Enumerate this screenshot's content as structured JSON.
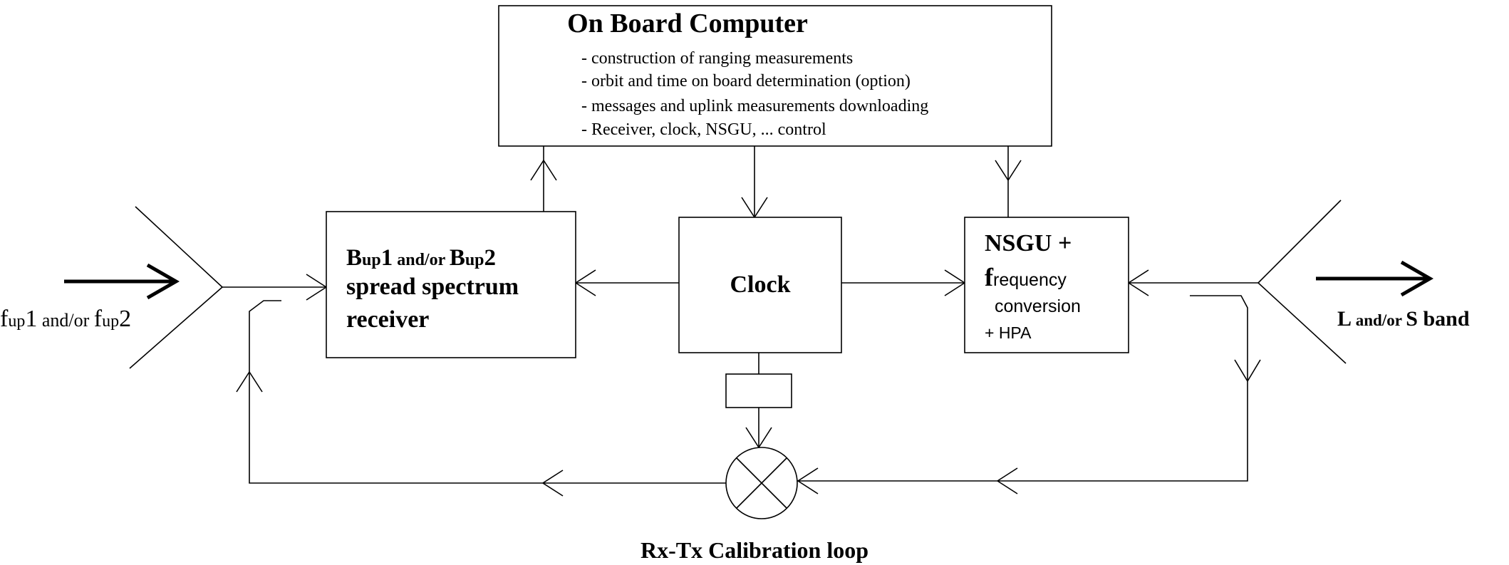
{
  "on_board_computer": {
    "title": "On Board Computer",
    "lines": [
      "- construction of ranging measurements",
      "- orbit and time on board determination (option)",
      "- messages and uplink measurements downloading",
      "- Receiver, clock, NSGU, ... control"
    ]
  },
  "receiver": {
    "b1": "B",
    "sub1": "up",
    "n1": "1",
    "andor": " and/or ",
    "b2": "B",
    "sub2": "up",
    "n2": "2",
    "line2": "spread spectrum",
    "line3": "receiver"
  },
  "clock": {
    "label": "Clock"
  },
  "nsgu": {
    "line1": "NSGU +",
    "f_bold": "f",
    "f_rest": "requency",
    "line3": "conversion",
    "line4": "+ HPA"
  },
  "input": {
    "f1": "f",
    "sub1": "up",
    "n1": "1",
    "andor": " and/or ",
    "f2": "f",
    "sub2": "up",
    "n2": "2"
  },
  "output": {
    "l": "L",
    "andor": " and/or ",
    "s": "S band"
  },
  "caption": "Rx-Tx Calibration loop"
}
